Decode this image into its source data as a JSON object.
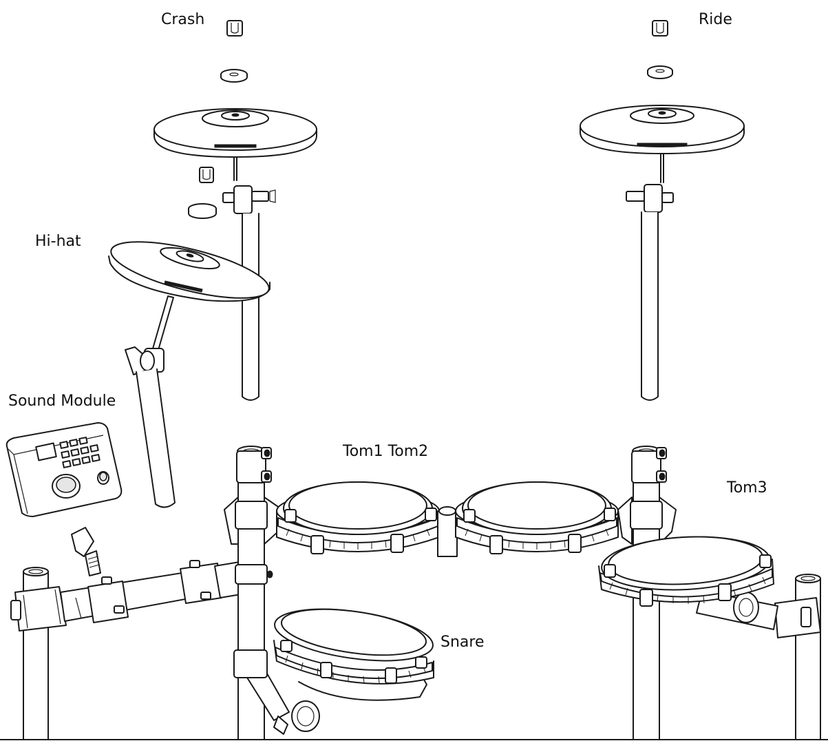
{
  "labels": {
    "crash": "Crash",
    "ride": "Ride",
    "hihat": "Hi-hat",
    "sound_module": "Sound Module",
    "tom1_tom2": "Tom1 Tom2",
    "tom3": "Tom3",
    "snare": "Snare"
  },
  "colors": {
    "line": "#1a1a1a",
    "background": "#ffffff"
  }
}
